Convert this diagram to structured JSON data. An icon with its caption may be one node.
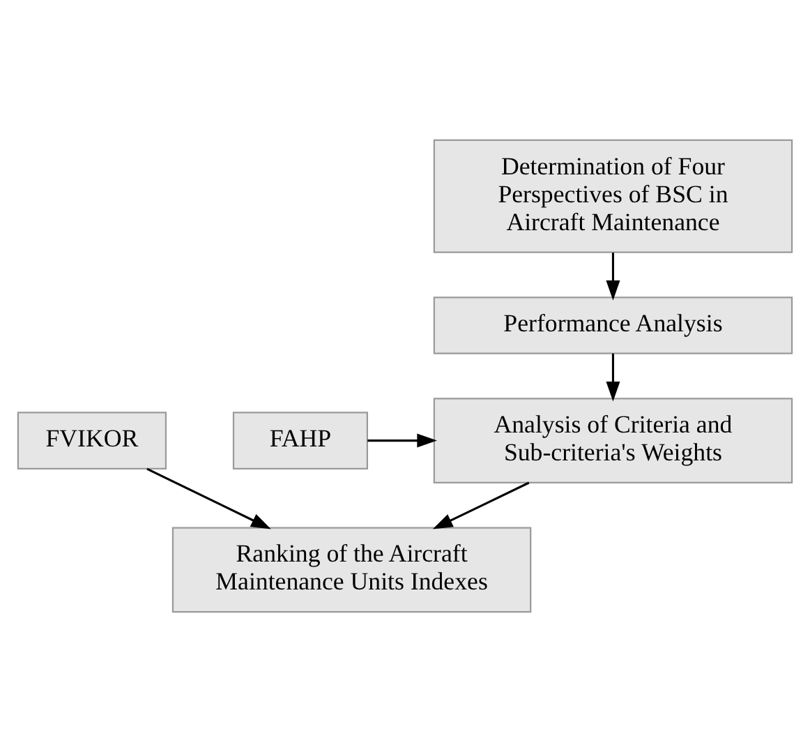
{
  "diagram": {
    "nodes": [
      {
        "text": [
          "Determination of Four Perspectives of BSC in Aircraft Maintenance"
        ]
      },
      {
        "text": [
          "Performance Analysis"
        ]
      },
      {
        "text": [
          "Analysis of Criteria and Sub-criteria's Weights"
        ]
      },
      {
        "text": [
          "FAHP"
        ]
      },
      {
        "text": [
          "FVIKOR"
        ]
      },
      {
        "text": [
          "Ranking of the Aircraft Maintenance Units Indexes"
        ]
      }
    ],
    "edges": [
      {
        "from": 0,
        "to": 1,
        "arrow": "to"
      },
      {
        "from": 1,
        "to": 2,
        "arrow": "to"
      },
      {
        "from": 3,
        "to": 2,
        "arrow": "to"
      },
      {
        "from": 2,
        "to": 5,
        "arrow": "to"
      },
      {
        "from": 4,
        "to": 5,
        "arrow": "to"
      }
    ]
  }
}
